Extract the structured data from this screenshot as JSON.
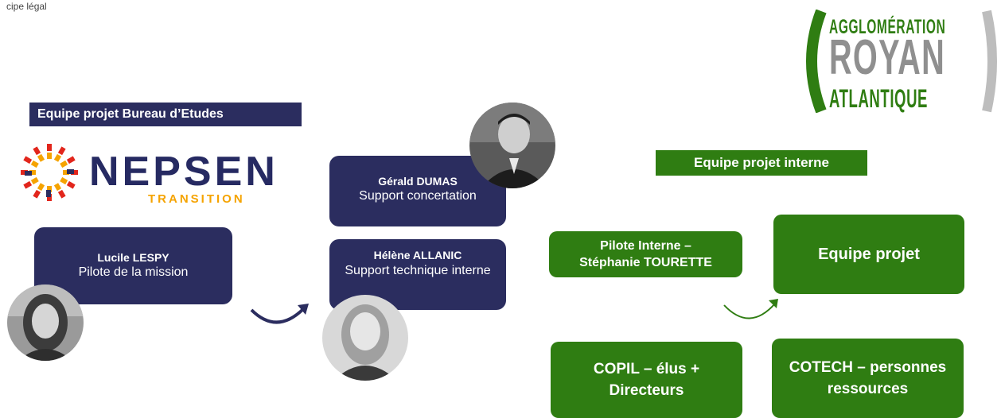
{
  "header_note": "cipe légal",
  "royan_logo": {
    "line1": "AGGLOMÉRATION",
    "line2": "ROYAN",
    "line3": "ATLANTIQUE"
  },
  "bureau_etudes": {
    "label": "Equipe projet Bureau d’Etudes",
    "logo_word": "NEPSEN",
    "logo_sub": "TRANSITION",
    "members": [
      {
        "name": "Lucile LESPY",
        "role": "Pilote de la mission"
      },
      {
        "name": "Gérald DUMAS",
        "role": "Support concertation"
      },
      {
        "name": "Hélène ALLANIC",
        "role": "Support technique interne"
      }
    ]
  },
  "interne": {
    "label": "Equipe projet  interne",
    "pilote": {
      "line1": "Pilote Interne –",
      "line2": "Stéphanie TOURETTE"
    },
    "equipe": "Equipe projet",
    "copil": {
      "line1": "COPIL – élus +",
      "line2": "Directeurs"
    },
    "cotech": {
      "line1": "COTECH – personnes",
      "line2": "ressources"
    }
  },
  "colors": {
    "navy": "#2b2d5f",
    "green": "#2f7d12",
    "nepsen_orange": "#f5a300",
    "royan_gray": "#8f8f8f"
  }
}
